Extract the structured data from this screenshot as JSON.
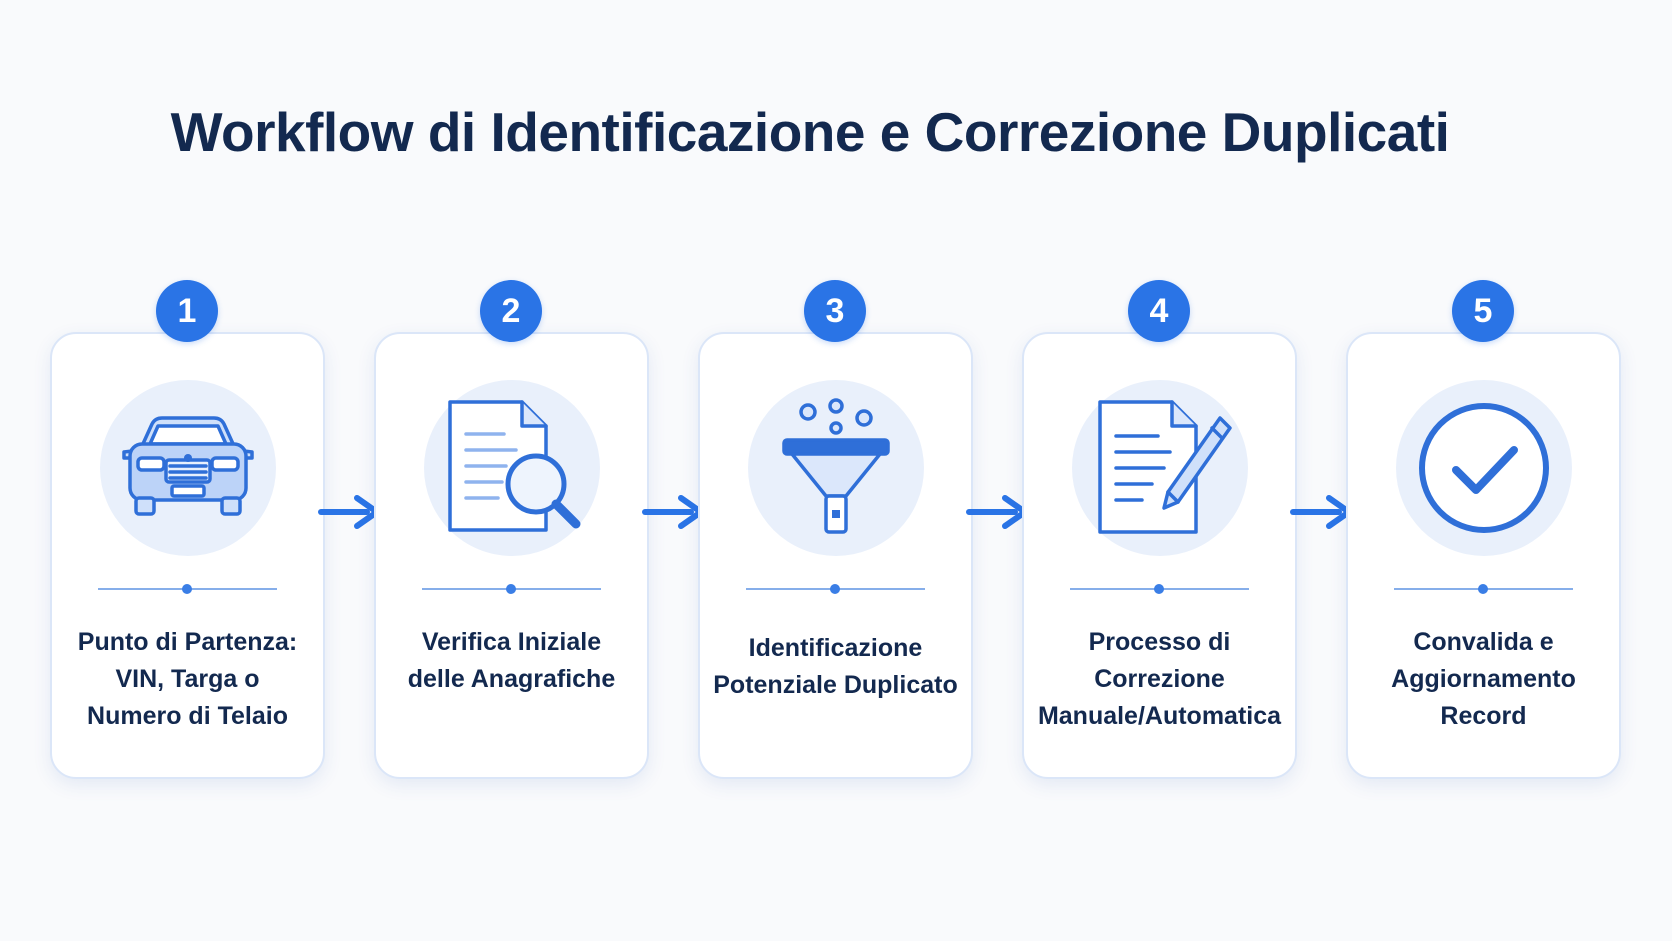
{
  "title": "Workflow di Identificazione e Correzione Duplicati",
  "colors": {
    "accent": "#2a74e6",
    "title": "#13294f",
    "card_border": "#dbe6f8",
    "icon_bg": "#e9f0fb",
    "background": "#f9fafc"
  },
  "steps": [
    {
      "number": "1",
      "icon": "car-icon",
      "label_lines": [
        "Punto di Partenza:",
        "VIN, Targa o",
        "Numero di Telaio"
      ]
    },
    {
      "number": "2",
      "icon": "document-search-icon",
      "label_lines": [
        "Verifica Iniziale",
        "delle Anagrafiche"
      ]
    },
    {
      "number": "3",
      "icon": "funnel-icon",
      "label_lines": [
        "Identificazione",
        "Potenziale Duplicato"
      ]
    },
    {
      "number": "4",
      "icon": "document-edit-icon",
      "label_lines": [
        "Processo di",
        "Correzione",
        "Manuale/Automatica"
      ]
    },
    {
      "number": "5",
      "icon": "check-circle-icon",
      "label_lines": [
        "Convalida e",
        "Aggiornamento",
        "Record"
      ]
    }
  ],
  "connectors": [
    "arrow-right-icon",
    "arrow-right-icon",
    "arrow-right-icon",
    "arrow-right-icon"
  ]
}
